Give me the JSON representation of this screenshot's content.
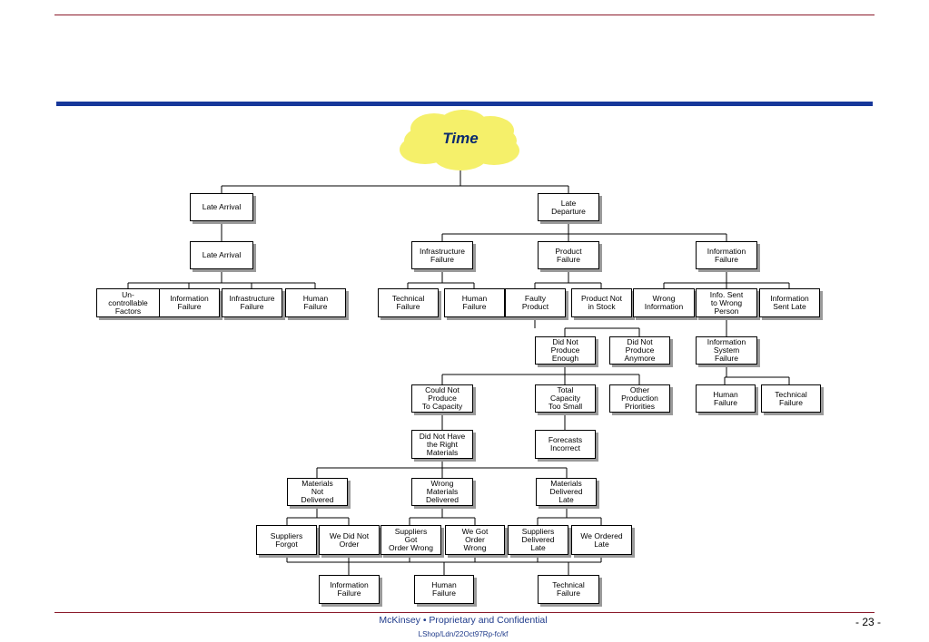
{
  "root": {
    "label": "Time"
  },
  "nodes": {
    "late_arrival_top": "Late Arrival",
    "late_departure": "Late\nDeparture",
    "late_arrival_mid": "Late Arrival",
    "uncontrollable": "Un-\ncontrollable\nFactors",
    "info_failure_left": "Information\nFailure",
    "infra_failure_left": "Infrastructure\nFailure",
    "human_failure_left": "Human\nFailure",
    "infra_failure": "Infrastructure\nFailure",
    "product_failure": "Product\nFailure",
    "information_failure": "Information\nFailure",
    "technical_failure": "Technical\nFailure",
    "human_failure_a": "Human\nFailure",
    "faulty_product": "Faulty\nProduct",
    "product_not_in_stock": "Product Not\nin Stock",
    "wrong_information": "Wrong\nInformation",
    "info_sent_wrong": "Info. Sent\nto Wrong\nPerson",
    "info_sent_late": "Information\nSent Late",
    "did_not_produce_enough": "Did Not\nProduce\nEnough",
    "did_not_produce_anymore": "Did Not\nProduce\nAnymore",
    "info_system_failure": "Information\nSystem\nFailure",
    "could_not_produce": "Could Not\nProduce\nTo Capacity",
    "total_capacity": "Total\nCapacity\nToo Small",
    "other_production": "Other\nProduction\nPriorities",
    "human_failure_b": "Human\nFailure",
    "technical_failure_b": "Technical\nFailure",
    "did_not_have_materials": "Did Not Have\nthe Right\nMaterials",
    "forecasts_incorrect": "Forecasts\nIncorrect",
    "materials_not_delivered": "Materials\nNot\nDelivered",
    "wrong_materials": "Wrong\nMaterials\nDelivered",
    "materials_late": "Materials\nDelivered\nLate",
    "suppliers_forgot": "Suppliers\nForgot",
    "we_did_not_order": "We Did Not\nOrder",
    "suppliers_got_wrong": "Suppliers\nGot\nOrder Wrong",
    "we_got_wrong": "We Got\nOrder\nWrong",
    "suppliers_late": "Suppliers\nDelivered\nLate",
    "we_ordered_late": "We Ordered\nLate",
    "info_failure_bottom": "Information\nFailure",
    "human_failure_bottom": "Human\nFailure",
    "technical_failure_bottom": "Technical\nFailure"
  },
  "colors": {
    "cloud": "#f5f06a",
    "blue_rule": "#16379a",
    "red_rule": "#8b1a2b",
    "footer_text": "#1e3a8a"
  },
  "footer": {
    "main": "McKinsey  •  Proprietary and Confidential",
    "ref": "LShop/Ldn/22Oct97Rp-fc/kf",
    "page": "- 23 -"
  }
}
